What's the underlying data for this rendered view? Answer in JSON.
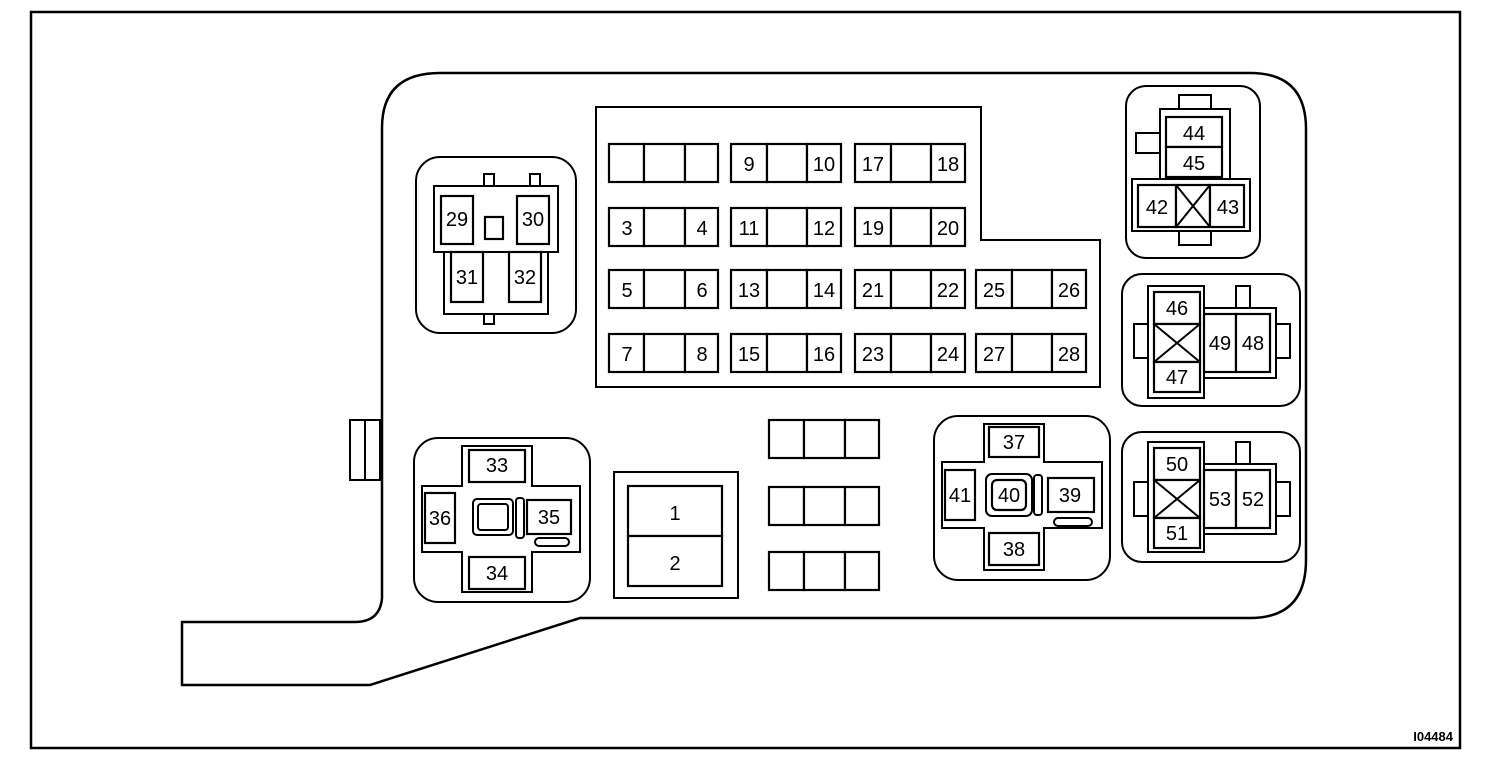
{
  "figure_id": "I04484",
  "labels": {
    "l1": "1",
    "l2": "2",
    "l3": "3",
    "l4": "4",
    "l5": "5",
    "l6": "6",
    "l7": "7",
    "l8": "8",
    "l9": "9",
    "l10": "10",
    "l11": "11",
    "l12": "12",
    "l13": "13",
    "l14": "14",
    "l15": "15",
    "l16": "16",
    "l17": "17",
    "l18": "18",
    "l19": "19",
    "l20": "20",
    "l21": "21",
    "l22": "22",
    "l23": "23",
    "l24": "24",
    "l25": "25",
    "l26": "26",
    "l27": "27",
    "l28": "28",
    "l29": "29",
    "l30": "30",
    "l31": "31",
    "l32": "32",
    "l33": "33",
    "l34": "34",
    "l35": "35",
    "l36": "36",
    "l37": "37",
    "l38": "38",
    "l39": "39",
    "l40": "40",
    "l41": "41",
    "l42": "42",
    "l43": "43",
    "l44": "44",
    "l45": "45",
    "l46": "46",
    "l47": "47",
    "l48": "48",
    "l49": "49",
    "l50": "50",
    "l51": "51",
    "l52": "52",
    "l53": "53"
  }
}
